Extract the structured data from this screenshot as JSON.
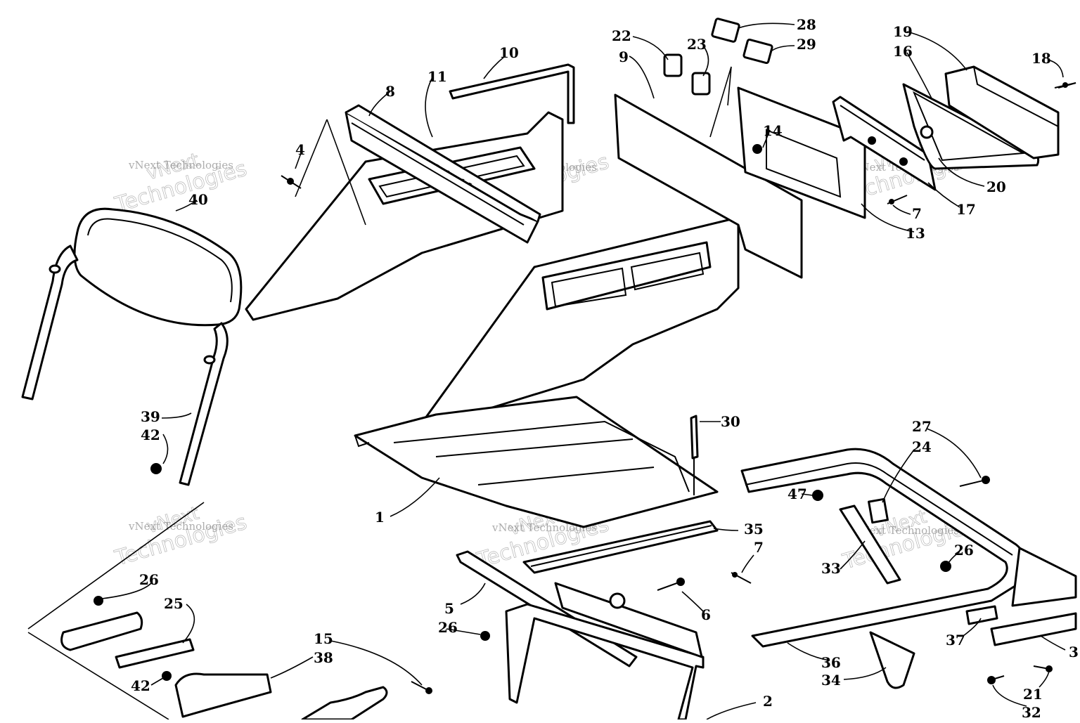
{
  "watermark": {
    "big_line1": "vNext",
    "big_line2": "Technologies",
    "small": "vNext Technologies"
  },
  "callouts": [
    {
      "id": "1",
      "label": "1"
    },
    {
      "id": "2",
      "label": "2"
    },
    {
      "id": "3",
      "label": "3"
    },
    {
      "id": "4",
      "label": "4"
    },
    {
      "id": "5",
      "label": "5"
    },
    {
      "id": "6",
      "label": "6"
    },
    {
      "id": "7a",
      "label": "7"
    },
    {
      "id": "7b",
      "label": "7"
    },
    {
      "id": "8",
      "label": "8"
    },
    {
      "id": "9",
      "label": "9"
    },
    {
      "id": "10",
      "label": "10"
    },
    {
      "id": "11",
      "label": "11"
    },
    {
      "id": "13",
      "label": "13"
    },
    {
      "id": "14",
      "label": "14"
    },
    {
      "id": "15",
      "label": "15"
    },
    {
      "id": "16",
      "label": "16"
    },
    {
      "id": "17",
      "label": "17"
    },
    {
      "id": "18",
      "label": "18"
    },
    {
      "id": "19",
      "label": "19"
    },
    {
      "id": "20",
      "label": "20"
    },
    {
      "id": "21",
      "label": "21"
    },
    {
      "id": "22",
      "label": "22"
    },
    {
      "id": "23",
      "label": "23"
    },
    {
      "id": "24",
      "label": "24"
    },
    {
      "id": "25",
      "label": "25"
    },
    {
      "id": "26a",
      "label": "26"
    },
    {
      "id": "26b",
      "label": "26"
    },
    {
      "id": "26c",
      "label": "26"
    },
    {
      "id": "27",
      "label": "27"
    },
    {
      "id": "28",
      "label": "28"
    },
    {
      "id": "29",
      "label": "29"
    },
    {
      "id": "30",
      "label": "30"
    },
    {
      "id": "32",
      "label": "32"
    },
    {
      "id": "33",
      "label": "33"
    },
    {
      "id": "34",
      "label": "34"
    },
    {
      "id": "35",
      "label": "35"
    },
    {
      "id": "36",
      "label": "36"
    },
    {
      "id": "37",
      "label": "37"
    },
    {
      "id": "38",
      "label": "38"
    },
    {
      "id": "39",
      "label": "39"
    },
    {
      "id": "40",
      "label": "40"
    },
    {
      "id": "42a",
      "label": "42"
    },
    {
      "id": "42b",
      "label": "42"
    },
    {
      "id": "47",
      "label": "47"
    }
  ]
}
